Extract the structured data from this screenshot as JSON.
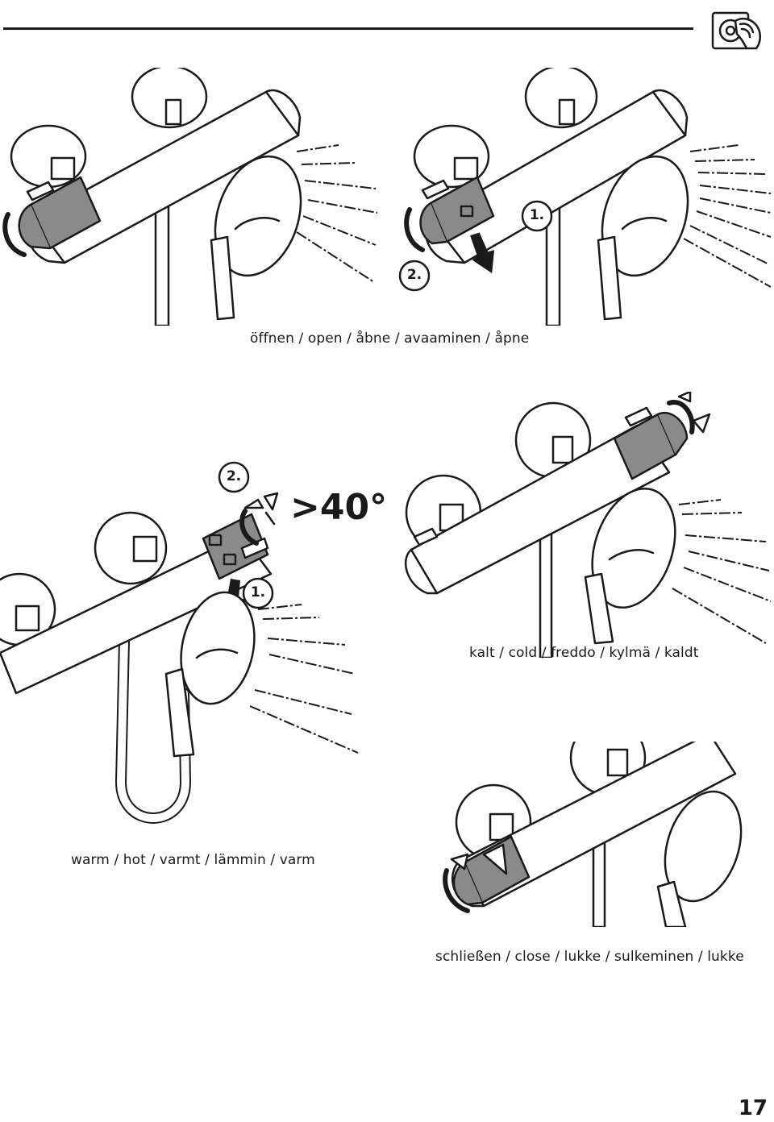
{
  "captions": {
    "open": "öffnen / open / åbne / avaaminen / åpne",
    "cold": "kalt / cold / freddo / kylmä / kaldt",
    "hot": "warm / hot / varmt / lämmin / varm",
    "close": "schließen / close / lukke / sulkeminen / lukke"
  },
  "steps": {
    "open_step1": "1.",
    "open_step2": "2.",
    "hot_step1": "1.",
    "hot_step2": "2."
  },
  "angle_label": ">40°",
  "page_number": "17",
  "icons": [
    "hand-turning-knob-icon",
    "arrow-up-icon",
    "rotate-arrow-icon"
  ],
  "colors": {
    "ink": "#1a1a1a",
    "handle_gray": "#8a8a8a",
    "paper": "#ffffff"
  }
}
